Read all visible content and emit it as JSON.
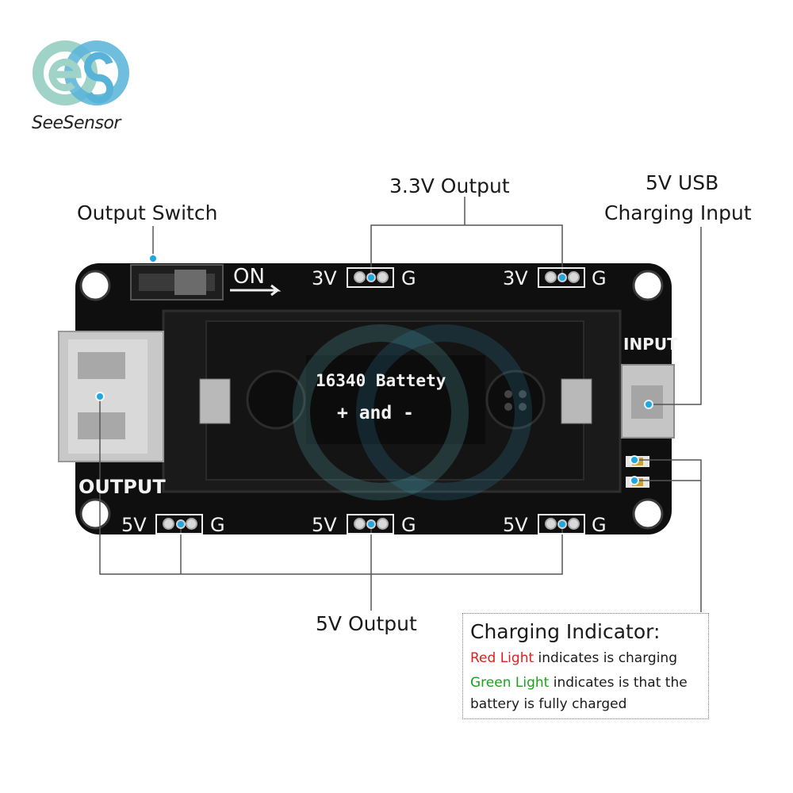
{
  "logo": {
    "brand": "SeeSensor"
  },
  "callouts": {
    "output_switch": "Output Switch",
    "output_3v3": "3.3V Output",
    "usb_input_line1": "5V USB",
    "usb_input_line2": "Charging Input",
    "output_5v": "5V Output"
  },
  "board": {
    "on_label": "ON",
    "input_label": "INPUT",
    "output_label": "OUTPUT",
    "battery_label_line1": "16340 Battety",
    "battery_label_line2": "+ and -",
    "top_pins": [
      {
        "v": "3V",
        "g": "G"
      },
      {
        "v": "3V",
        "g": "G"
      }
    ],
    "bottom_pins": [
      {
        "v": "5V",
        "g": "G"
      },
      {
        "v": "5V",
        "g": "G"
      },
      {
        "v": "5V",
        "g": "G"
      }
    ]
  },
  "indicator": {
    "title": "Charging Indicator:",
    "red_label": "Red Light",
    "red_text": " indicates is charging",
    "green_label": "Green Light",
    "green_text": " indicates is that the",
    "line3": "battery is fully charged",
    "red_color": "#e0201c",
    "green_color": "#1aa31a"
  },
  "colors": {
    "accent_dot": "#1ea7e0",
    "board": "#0f0f10"
  }
}
